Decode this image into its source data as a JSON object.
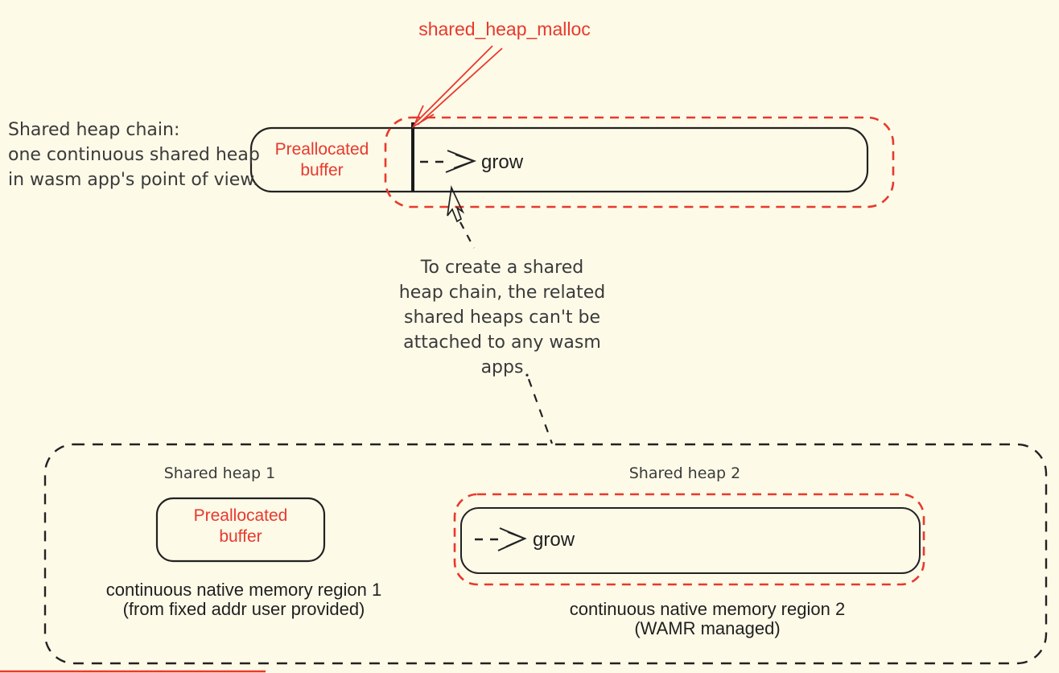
{
  "colors": {
    "background": "#fdfae8",
    "red": "#e8392d",
    "dark_stroke": "#222222",
    "text_dark": "#3a3a3a",
    "text_black": "#1f1f1f"
  },
  "top": {
    "malloc_label": "shared_heap_malloc"
  },
  "left_note": {
    "line1": "Shared heap chain:",
    "line2": "one continuous shared heap",
    "line3": "in wasm app's point of view."
  },
  "heap_chain": {
    "prealloc_line1": "Preallocated",
    "prealloc_line2": "buffer",
    "grow_label": "grow"
  },
  "middle_note": {
    "text": "To create a shared heap chain, the related shared heaps can't be attached to any wasm apps"
  },
  "region1": {
    "title": "Shared heap 1",
    "box_line1": "Preallocated",
    "box_line2": "buffer",
    "caption_line1": "continuous native memory region 1",
    "caption_line2": "(from fixed addr user provided)"
  },
  "region2": {
    "title": "Shared heap 2",
    "grow_label": "grow",
    "caption_line1": "continuous native memory region 2",
    "caption_line2": "(WAMR managed)"
  }
}
